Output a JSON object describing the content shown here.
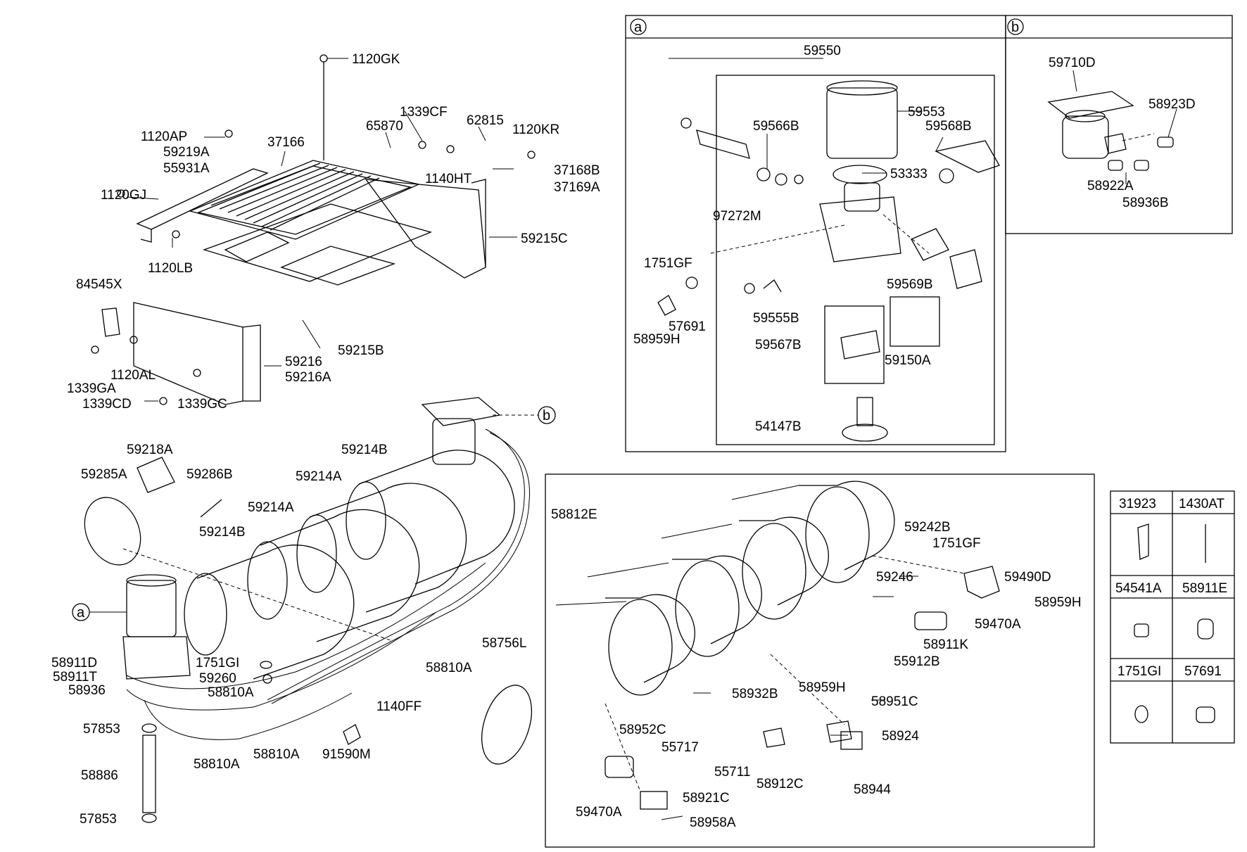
{
  "panels": {
    "a": {
      "letter": "a"
    },
    "b": {
      "letter": "b"
    }
  },
  "refs": {
    "a": "a",
    "b": "b"
  },
  "labels": {
    "p1120GK": "1120GK",
    "p1339CF": "1339CF",
    "p62815": "62815",
    "p1120KR": "1120KR",
    "p65870": "65870",
    "p1120AP": "1120AP",
    "p59219A": "59219A",
    "p55931A": "55931A",
    "p37166": "37166",
    "p1140HT": "1140HT",
    "p37168B": "37168B",
    "p37169A": "37169A",
    "p1120GJ": "1120GJ",
    "p59215C": "59215C",
    "p1120LB": "1120LB",
    "p84545X": "84545X",
    "p59215B": "59215B",
    "p59216": "59216",
    "p59216A": "59216A",
    "p1120AL": "1120AL",
    "p1339GA": "1339GA",
    "p1339CD": "1339CD",
    "p1339GC": "1339GC",
    "p59218A": "59218A",
    "p59214B_1": "59214B",
    "p59285A": "59285A",
    "p59286B": "59286B",
    "p59214A_1": "59214A",
    "p59214A_2": "59214A",
    "p59214B_2": "59214B",
    "p58812E": "58812E",
    "p58911D": "58911D",
    "p58911T": "58911T",
    "p58936": "58936",
    "p1751GI": "1751GI",
    "p59260": "59260",
    "p58810A_1": "58810A",
    "p58810A_2": "58810A",
    "p58810A_3": "58810A",
    "p58810A_4": "58810A",
    "p58756L": "58756L",
    "p1140FF": "1140FF",
    "p57853_1": "57853",
    "p58886": "58886",
    "p57853_2": "57853",
    "p91590M": "91590M",
    "p59550": "59550",
    "p59553": "59553",
    "p59566B": "59566B",
    "p59568B": "59568B",
    "p53333": "53333",
    "p97272M": "97272M",
    "p1751GF_1": "1751GF",
    "p59569B": "59569B",
    "p59555B": "59555B",
    "p57691_1": "57691",
    "p58959H_1": "58959H",
    "p59567B": "59567B",
    "p59150A": "59150A",
    "p54147B": "54147B",
    "p59710D": "59710D",
    "p58923D": "58923D",
    "p58922A": "58922A",
    "p58936B": "58936B",
    "p59242B": "59242B",
    "p1751GF_2": "1751GF",
    "p59490D": "59490D",
    "p59246": "59246",
    "p58959H_2": "58959H",
    "p59470A_1": "59470A",
    "p58911K": "58911K",
    "p55912B": "55912B",
    "p58959H_3": "58959H",
    "p58932B": "58932B",
    "p58951C": "58951C",
    "p58952C": "58952C",
    "p55717": "55717",
    "p58924": "58924",
    "p55711": "55711",
    "p58912C": "58912C",
    "p58944": "58944",
    "p59470A_2": "59470A",
    "p58921C": "58921C",
    "p58958A": "58958A"
  },
  "legend": {
    "cells": [
      "31923",
      "1430AT",
      "54541A",
      "58911E",
      "1751GI",
      "57691"
    ]
  }
}
